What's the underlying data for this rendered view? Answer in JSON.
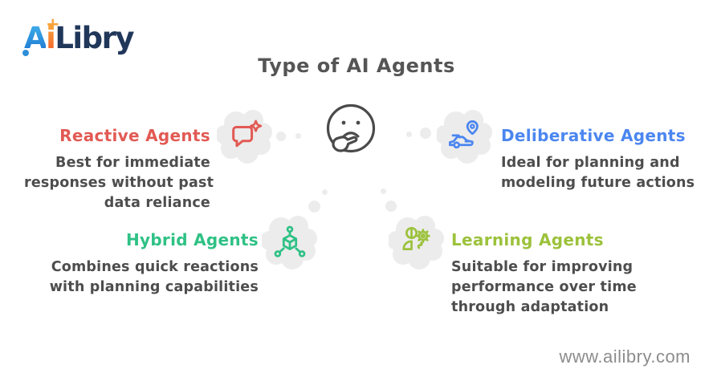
{
  "logo": {
    "a": "A",
    "i": "i",
    "plus": "+",
    "suffix": "Libry"
  },
  "title": "Type of AI Agents",
  "center": {
    "icon": "thinking-face-icon"
  },
  "agents": {
    "reactive": {
      "label": "Reactive Agents",
      "lines": [
        "Best for immediate",
        "responses without past",
        "data reliance"
      ],
      "color": "#e25a54",
      "icon": "chat-sparkle-icon"
    },
    "deliberative": {
      "label": "Deliberative Agents",
      "lines": [
        "Ideal for planning and",
        "modeling future actions"
      ],
      "color": "#4b86f0",
      "icon": "car-location-pin-icon"
    },
    "hybrid": {
      "label": "Hybrid Agents",
      "lines": [
        "Combines quick reactions",
        "with planning capabilities"
      ],
      "color": "#2fc185",
      "icon": "cube-network-icon"
    },
    "learning": {
      "label": "Learning Agents",
      "lines": [
        "Suitable for improving",
        "performance over time",
        "through adaptation"
      ],
      "color": "#9cc23c",
      "icon": "person-gear-icon"
    }
  },
  "footer": {
    "url": "www.ailibry.com"
  },
  "colors": {
    "title": "#555555",
    "body_text": "#4d4d4d",
    "footer": "#8c8c8c",
    "cloud": "#ececec",
    "face_stroke": "#4a4a4a",
    "logo_navy": "#20375a"
  }
}
